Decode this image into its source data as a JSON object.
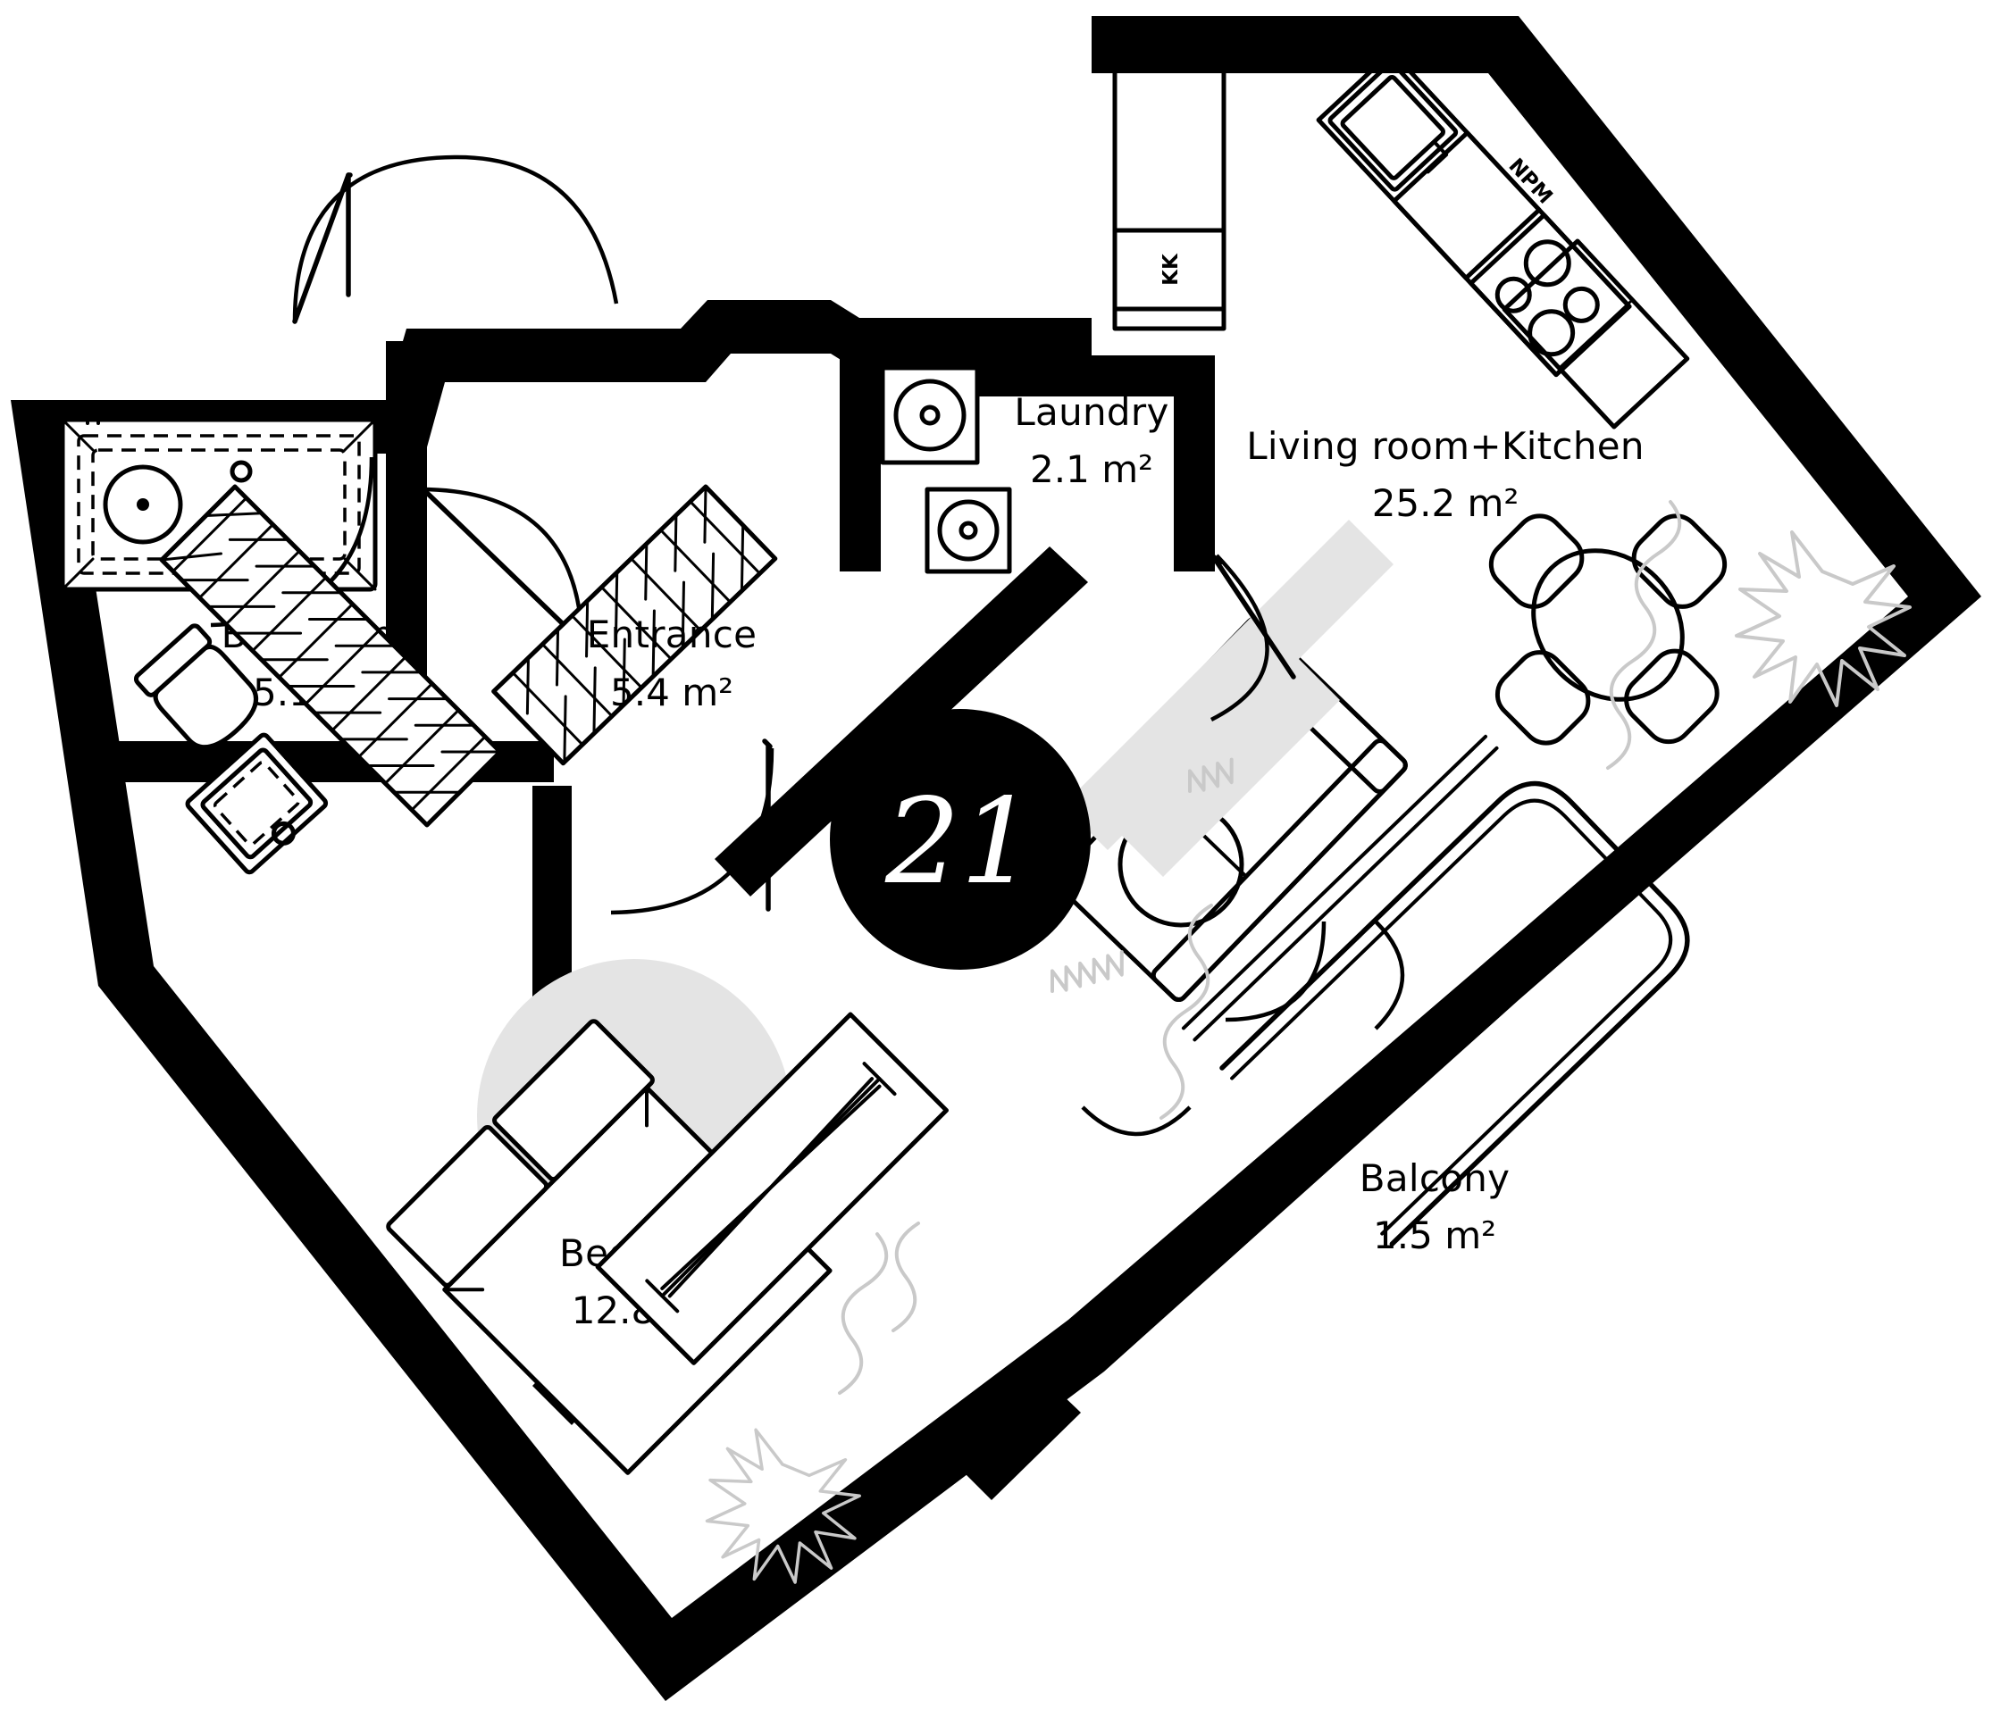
{
  "plan": {
    "unit_badge": "21",
    "background_color": "#ffffff",
    "wall_color": "#000000",
    "rug_color": "#e4e4e4",
    "decoration_color": "#c9c9c9"
  },
  "rooms": [
    {
      "id": "bathroom",
      "name": "Bathroom",
      "area": "5.1 m²",
      "area_value": 5.1,
      "unit": "m²"
    },
    {
      "id": "entrance",
      "name": "Entrance",
      "area": "5.4 m²",
      "area_value": 5.4,
      "unit": "m²"
    },
    {
      "id": "laundry",
      "name": "Laundry",
      "area": "2.1 m²",
      "area_value": 2.1,
      "unit": "m²"
    },
    {
      "id": "living",
      "name": "Living room+Kitchen",
      "area": "25.2 m²",
      "area_value": 25.2,
      "unit": "m²"
    },
    {
      "id": "bedroom",
      "name": "Bedroom",
      "area": "12.8 m²",
      "area_value": 12.8,
      "unit": "m²"
    },
    {
      "id": "balcony",
      "name": "Balcony",
      "area": "1.5 m²",
      "area_value": 1.5,
      "unit": "m²"
    }
  ],
  "appliance_tags": [
    {
      "id": "kk",
      "label": "KK",
      "meaning": "refrigerator"
    },
    {
      "id": "npm",
      "label": "NPM",
      "meaning": "dishwasher"
    }
  ],
  "fixtures": [
    "bathtub",
    "toilet",
    "washbasin",
    "washing-machine",
    "floor-drain",
    "kitchen-sink",
    "cooktop",
    "kitchen-counter",
    "wardrobe-entrance",
    "wardrobe-bedroom",
    "wardrobe-hall",
    "bed",
    "sofa",
    "coffee-table",
    "dining-table",
    "dining-chairs",
    "balcony-railing",
    "plant"
  ]
}
